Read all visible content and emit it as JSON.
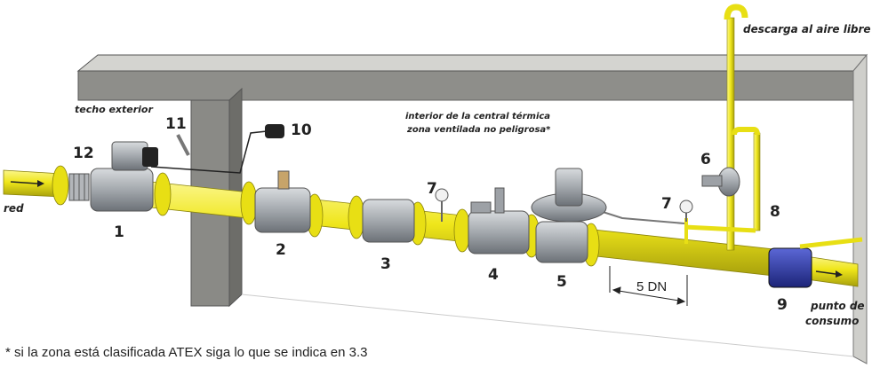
{
  "labels": {
    "descarga": "descarga al aire libre",
    "techo": "techo exterior",
    "interior_line1": "interior de la central térmica",
    "interior_line2": "zona ventilada no peligrosa*",
    "red": "red",
    "punto_line1": "punto de",
    "punto_line2": "consumo",
    "dn": "5 DN",
    "footnote": "* si la zona está clasificada ATEX siga lo que se indica en 3.3"
  },
  "numbers": {
    "n1": "1",
    "n2": "2",
    "n3": "3",
    "n4": "4",
    "n5": "5",
    "n6": "6",
    "n7a": "7",
    "n7b": "7",
    "n8": "8",
    "n9": "9",
    "n10": "10",
    "n11": "11",
    "n12": "12"
  },
  "colors": {
    "pipe": "#f0ea1c",
    "pipe_shade": "#b9b110",
    "valve_body": "#a9adb2",
    "valve_dark": "#6f747a",
    "wall": "#8c8c88",
    "flange_blue": "#2b3aa8"
  }
}
